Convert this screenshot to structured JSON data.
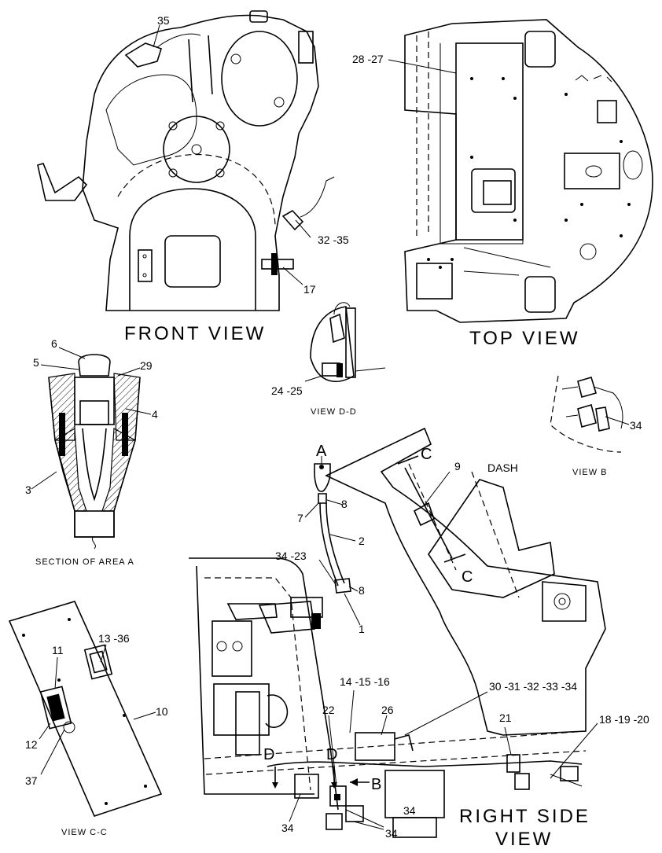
{
  "views": {
    "front": "FRONT VIEW",
    "top": "TOP VIEW",
    "view_dd": "VIEW D-D",
    "section_a": "SECTION OF AREA A",
    "view_b": "VIEW B",
    "view_cc": "VIEW C-C",
    "right_side_1": "RIGHT SIDE",
    "right_side_2": "VIEW"
  },
  "callouts": {
    "c35": "35",
    "c28_27": "28 -27",
    "c32_35": "32 -35",
    "c17": "17",
    "c6": "6",
    "c5": "5",
    "c29": "29",
    "c4": "4",
    "c3": "3",
    "c24_25": "24 -25",
    "c34_b": "34",
    "dash": "DASH",
    "c9": "9",
    "cA": "A",
    "cC1": "C",
    "cC2": "C",
    "c8a": "8",
    "c7": "7",
    "c2": "2",
    "c34_23": "34 -23",
    "c8b": "8",
    "c1": "1",
    "c13_36": "13 -36",
    "c11": "11",
    "c10": "10",
    "c12": "12",
    "c37": "37",
    "c14_15_16": "14 -15 -16",
    "c30_34": "30 -31 -32 -33 -34",
    "c18_20": "18 -19 -20",
    "c22": "22",
    "c26": "26",
    "c21": "21",
    "cD1": "D",
    "cD2": "D",
    "cB": "B",
    "c34_r1": "34",
    "c34_r2": "34",
    "c34_r3": "34"
  }
}
